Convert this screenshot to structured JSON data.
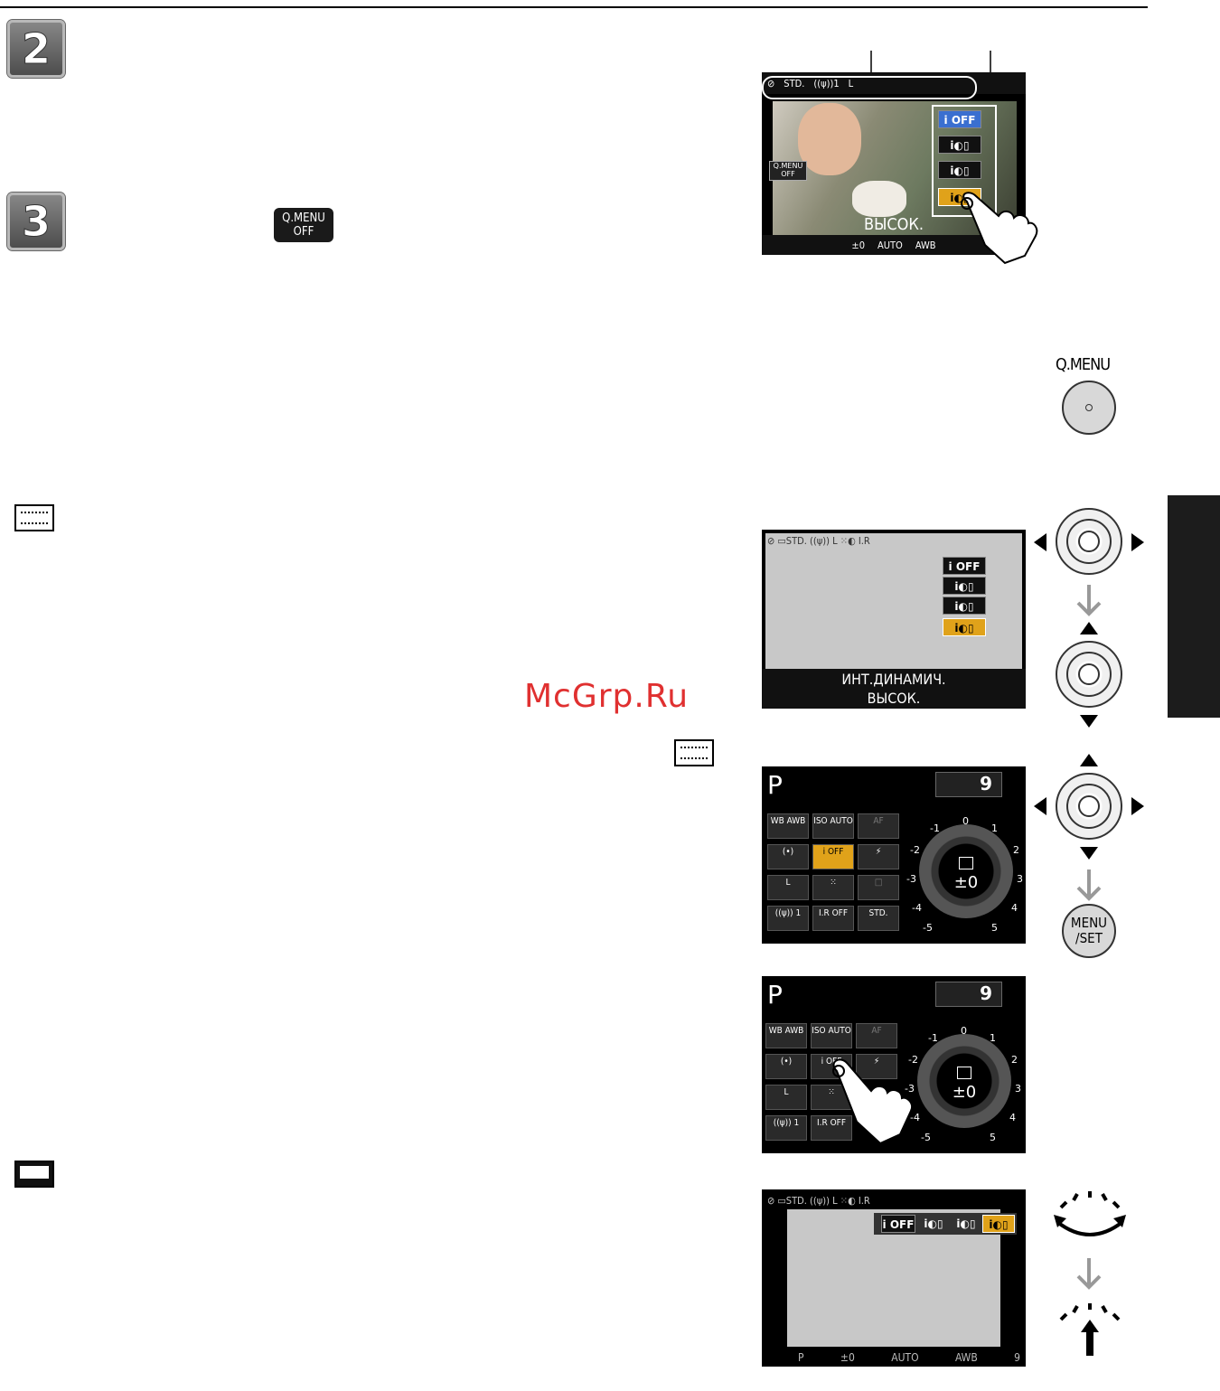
{
  "steps": {
    "step2": "2",
    "step3": "3"
  },
  "qmenu_off_button": {
    "line1": "Q.MENU",
    "line2": "OFF"
  },
  "watermark": "McGrp.Ru",
  "screen1": {
    "topbar": [
      "STD.",
      "((ψ))1",
      "L"
    ],
    "qmenu_label": {
      "line1": "Q.MENU",
      "line2": "OFF"
    },
    "options": [
      "i OFF",
      "i◐▯",
      "i◐▯",
      "i◐▯"
    ],
    "caption": "ВЫСОК.",
    "bottombar": [
      "±0",
      "AUTO",
      "AWB"
    ]
  },
  "qmenu_side": {
    "label": "Q.MENU"
  },
  "screen2": {
    "options": [
      "i OFF",
      "i◐▯",
      "i◐▯",
      "i◐▯"
    ],
    "caption_line1": "ИНТ.ДИНАМИЧ.",
    "caption_line2": "ВЫСОК."
  },
  "screen3": {
    "mode": "P",
    "count": "9",
    "tiles": [
      [
        "WB AWB",
        "ISO AUTO",
        "AF"
      ],
      [
        "(•)",
        "i OFF",
        "⚡"
      ],
      [
        "L",
        "⁙",
        "□"
      ],
      [
        "((ψ)) 1",
        "I.R OFF",
        "STD."
      ]
    ],
    "dial_value": "±0",
    "dial_ticks": [
      "-5",
      "-4",
      "-3",
      "-2",
      "-1",
      "0",
      "1",
      "2",
      "3",
      "4",
      "5"
    ]
  },
  "menu_set": {
    "line1": "MENU",
    "line2": "/SET"
  },
  "screen4": {
    "mode": "P",
    "count": "9",
    "tiles": [
      [
        "WB AWB",
        "ISO AUTO",
        "AF"
      ],
      [
        "(•)",
        "i OFF",
        "⚡"
      ],
      [
        "L",
        "⁙",
        ""
      ],
      [
        "((ψ)) 1",
        "I.R OFF",
        ""
      ]
    ],
    "dial_value": "±0",
    "dial_ticks": [
      "-5",
      "-4",
      "-3",
      "-2",
      "-1",
      "0",
      "1",
      "2",
      "3",
      "4",
      "5"
    ]
  },
  "screen5": {
    "options": [
      "i OFF",
      "i◐▯",
      "i◐▯",
      "i◐▯"
    ],
    "bottombar": [
      "P",
      "±0",
      "AUTO",
      "AWB",
      "9"
    ]
  }
}
